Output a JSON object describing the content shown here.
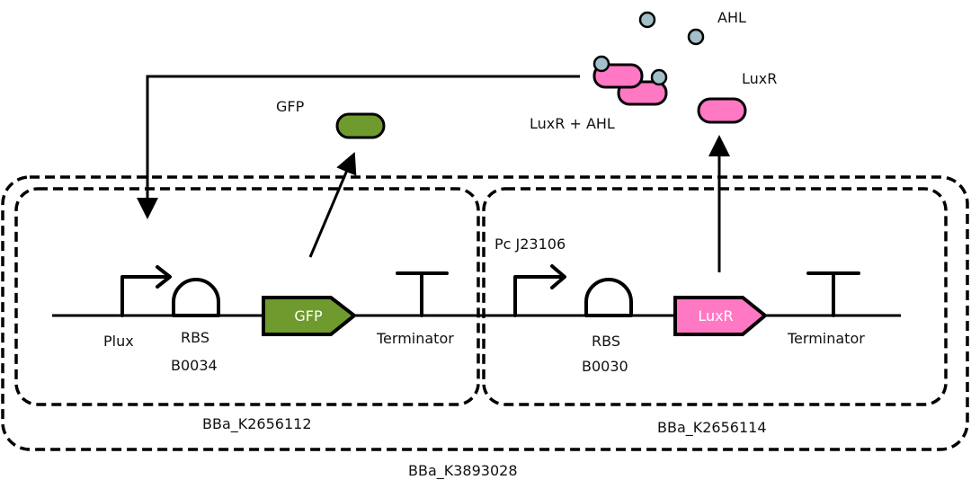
{
  "colors": {
    "gfp": "#6f9a2e",
    "luxr": "#ff78c4",
    "ahl": "#a3bfc9",
    "stroke": "#000000"
  },
  "molecules": {
    "ahl_label": "AHL",
    "luxr_label": "LuxR",
    "complex_label": "LuxR + AHL",
    "gfp_label": "GFP"
  },
  "devices": {
    "outer": {
      "id": "BBa_K3893028"
    },
    "left": {
      "id": "BBa_K2656112",
      "promoter": "Plux",
      "rbs": "RBS",
      "rbs_id": "B0034",
      "cds": "GFP",
      "terminator": "Terminator"
    },
    "right": {
      "id": "BBa_K2656114",
      "promoter": "Pc J23106",
      "rbs": "RBS",
      "rbs_id": "B0030",
      "cds": "LuxR",
      "terminator": "Terminator"
    }
  }
}
